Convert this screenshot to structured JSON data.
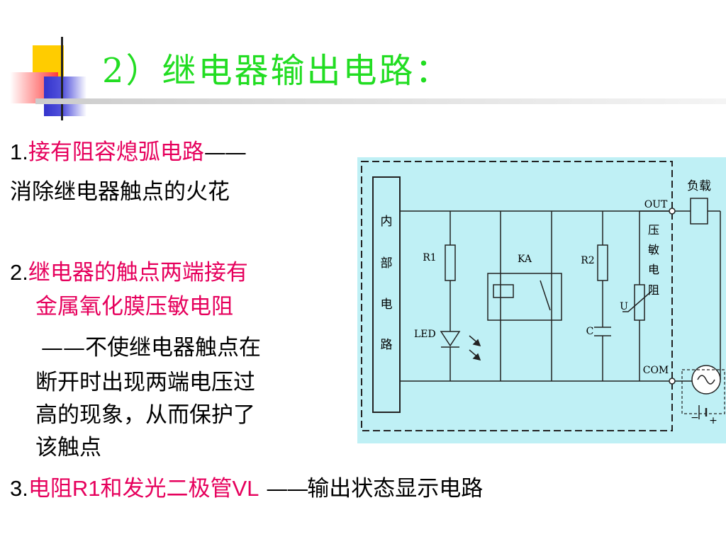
{
  "title": "2）继电器输出电路：",
  "items": [
    {
      "num": "1.",
      "head": "接有阻容熄弧电路",
      "dash": "——",
      "desc": "消除继电器触点的火花"
    },
    {
      "num": "2.",
      "head_line1": "继电器的触点两端接有",
      "head_line2": "金属氧化膜压敏电阻",
      "desc_lines": [
        "——不使继电器触点在",
        "断开时出现两端电压过",
        "高的现象，从而保护了",
        "该触点"
      ]
    },
    {
      "num": "3.",
      "head_a": "电阻",
      "head_b": "R1",
      "head_c": "和发光二极管",
      "head_d": "VL",
      "dash": "——",
      "desc": "输出状态显示电路"
    }
  ],
  "circuit": {
    "internal_circuit": [
      "内",
      "部",
      "电",
      "路"
    ],
    "r1": "R1",
    "ka": "KA",
    "r2": "R2",
    "led": "LED",
    "c": "C",
    "u": "U",
    "varistor": [
      "压",
      "敏",
      "电",
      "阻"
    ],
    "out": "OUT",
    "com": "COM",
    "load": "负载",
    "minus": "−",
    "plus": "+"
  },
  "colors": {
    "title": "#22dd22",
    "highlight": "#e6005c",
    "diagram_bg": "#bff0f5"
  }
}
